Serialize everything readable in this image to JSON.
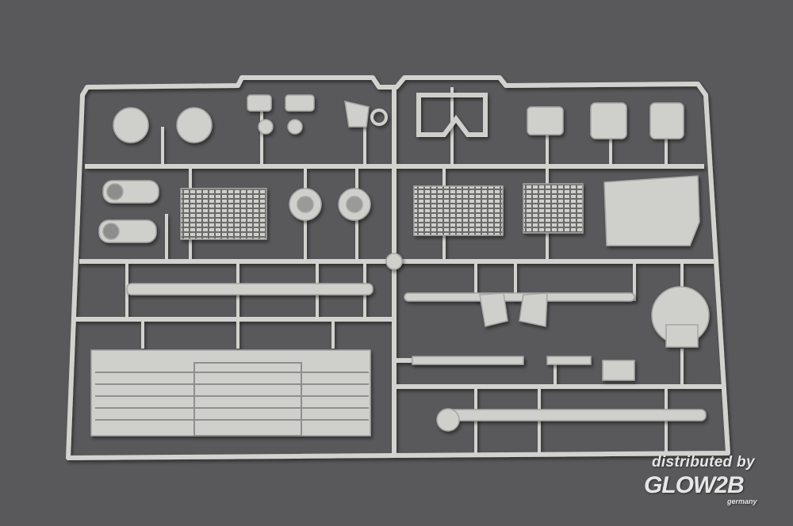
{
  "colors": {
    "background": "#59595b",
    "plastic": "#cfcfcc",
    "plastic_shadow": "#9a9a98"
  },
  "watermark": {
    "line1": "distributed by",
    "logo": "GLOW2B",
    "sub": "germany"
  }
}
